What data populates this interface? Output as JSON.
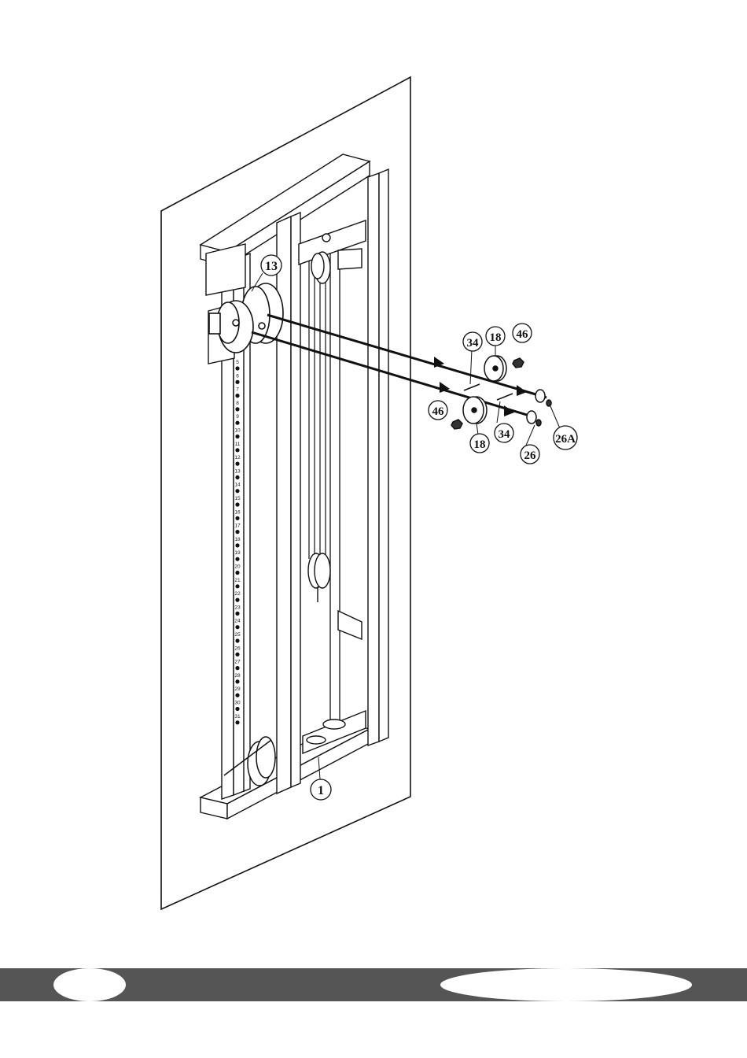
{
  "diagram": {
    "part_labels": [
      {
        "id": "13",
        "text": "13"
      },
      {
        "id": "1",
        "text": "1"
      },
      {
        "id": "34a",
        "text": "34"
      },
      {
        "id": "18a",
        "text": "18"
      },
      {
        "id": "46a",
        "text": "46"
      },
      {
        "id": "46b",
        "text": "46"
      },
      {
        "id": "18b",
        "text": "18"
      },
      {
        "id": "34b",
        "text": "34"
      },
      {
        "id": "26",
        "text": "26"
      },
      {
        "id": "26A",
        "text": "26A"
      }
    ],
    "scale_numbers": [
      "5",
      "6",
      "7",
      "8",
      "9",
      "10",
      "11",
      "12",
      "13",
      "14",
      "15",
      "16",
      "17",
      "18",
      "19",
      "20",
      "21",
      "22",
      "23",
      "24",
      "25",
      "26",
      "27",
      "28",
      "29",
      "30",
      "31"
    ]
  },
  "colors": {
    "ink": "#111111",
    "footer_band": "#555555",
    "background": "#ffffff"
  }
}
